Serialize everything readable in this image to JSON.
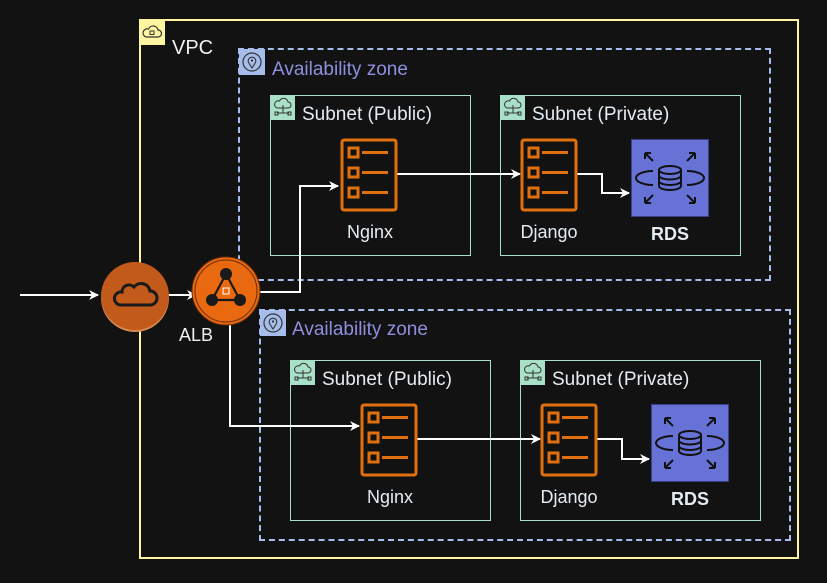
{
  "vpc": {
    "label": "VPC",
    "border_color": "#fef5a0"
  },
  "internet_gateway": {
    "icon": "cloud-icon",
    "color": "#c15a1a"
  },
  "alb": {
    "label": "ALB",
    "icon": "load-balancer-icon",
    "color": "#e8690f"
  },
  "availability_zones": [
    {
      "label": "Availability zone",
      "subnets": [
        {
          "label": "Subnet (Public)",
          "nodes": [
            {
              "label": "Nginx",
              "icon": "server-list-icon"
            }
          ]
        },
        {
          "label": "Subnet (Private)",
          "nodes": [
            {
              "label": "Django",
              "icon": "server-list-icon"
            },
            {
              "label": "RDS",
              "icon": "database-icon"
            }
          ]
        }
      ]
    },
    {
      "label": "Availability zone",
      "subnets": [
        {
          "label": "Subnet (Public)",
          "nodes": [
            {
              "label": "Nginx",
              "icon": "server-list-icon"
            }
          ]
        },
        {
          "label": "Subnet (Private)",
          "nodes": [
            {
              "label": "Django",
              "icon": "server-list-icon"
            },
            {
              "label": "RDS",
              "icon": "database-icon"
            }
          ]
        }
      ]
    }
  ],
  "colors": {
    "az_border": "#a6bdeb",
    "subnet_border": "#a9e0c8",
    "server_orange": "#e0700f",
    "rds_fill": "#6672d6",
    "arrow": "#ffffff"
  }
}
